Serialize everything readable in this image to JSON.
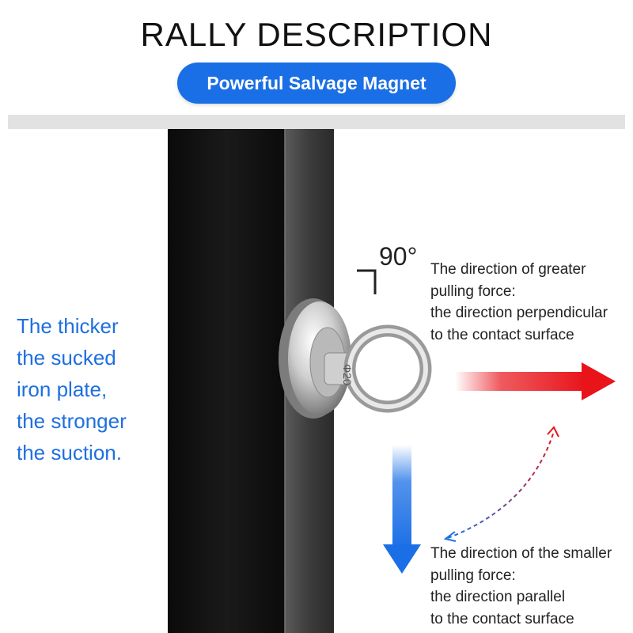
{
  "header": {
    "title": "RALLY DESCRIPTION",
    "subtitle": "Powerful Salvage Magnet"
  },
  "left_caption": {
    "lines": [
      "The thicker",
      "the sucked",
      "iron plate,",
      "the stronger",
      "the suction."
    ],
    "color": "#1e6fe0"
  },
  "angle_label": "90°",
  "greater_force": {
    "lines": [
      "The direction of greater",
      "pulling force:",
      "the direction perpendicular",
      "to the contact surface"
    ]
  },
  "smaller_force": {
    "lines": [
      "The direction of the smaller",
      "pulling force:",
      "the direction parallel",
      "to the contact surface"
    ]
  },
  "magnet": {
    "engraving": "Φ20"
  },
  "colors": {
    "accent": "#1b6fe6",
    "red_arrow": "#e8141a",
    "blue_arrow": "#1b6fe6"
  },
  "icons": [
    "magnet-with-eyebolt",
    "red-arrow-right",
    "blue-arrow-down",
    "curved-dashed-arrow",
    "right-angle-marker"
  ]
}
